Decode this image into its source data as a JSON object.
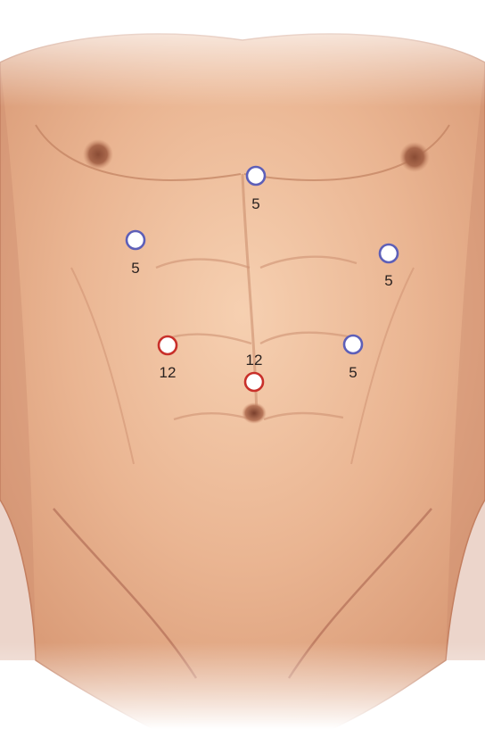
{
  "colors": {
    "blue_port": "#5d5fb8",
    "red_port": "#c8302a",
    "skin_light": "#f4c9a8",
    "skin_mid": "#e2a885",
    "skin_shadow": "#c58766"
  },
  "ports": [
    {
      "id": "xiphoid",
      "size": "5",
      "type": "blue"
    },
    {
      "id": "left-subcostal",
      "size": "5",
      "type": "blue"
    },
    {
      "id": "right-subcostal",
      "size": "5",
      "type": "blue"
    },
    {
      "id": "left-midclavicular",
      "size": "12",
      "type": "red"
    },
    {
      "id": "umbilical",
      "size": "12",
      "type": "red"
    },
    {
      "id": "right-lateral",
      "size": "5",
      "type": "blue"
    }
  ]
}
